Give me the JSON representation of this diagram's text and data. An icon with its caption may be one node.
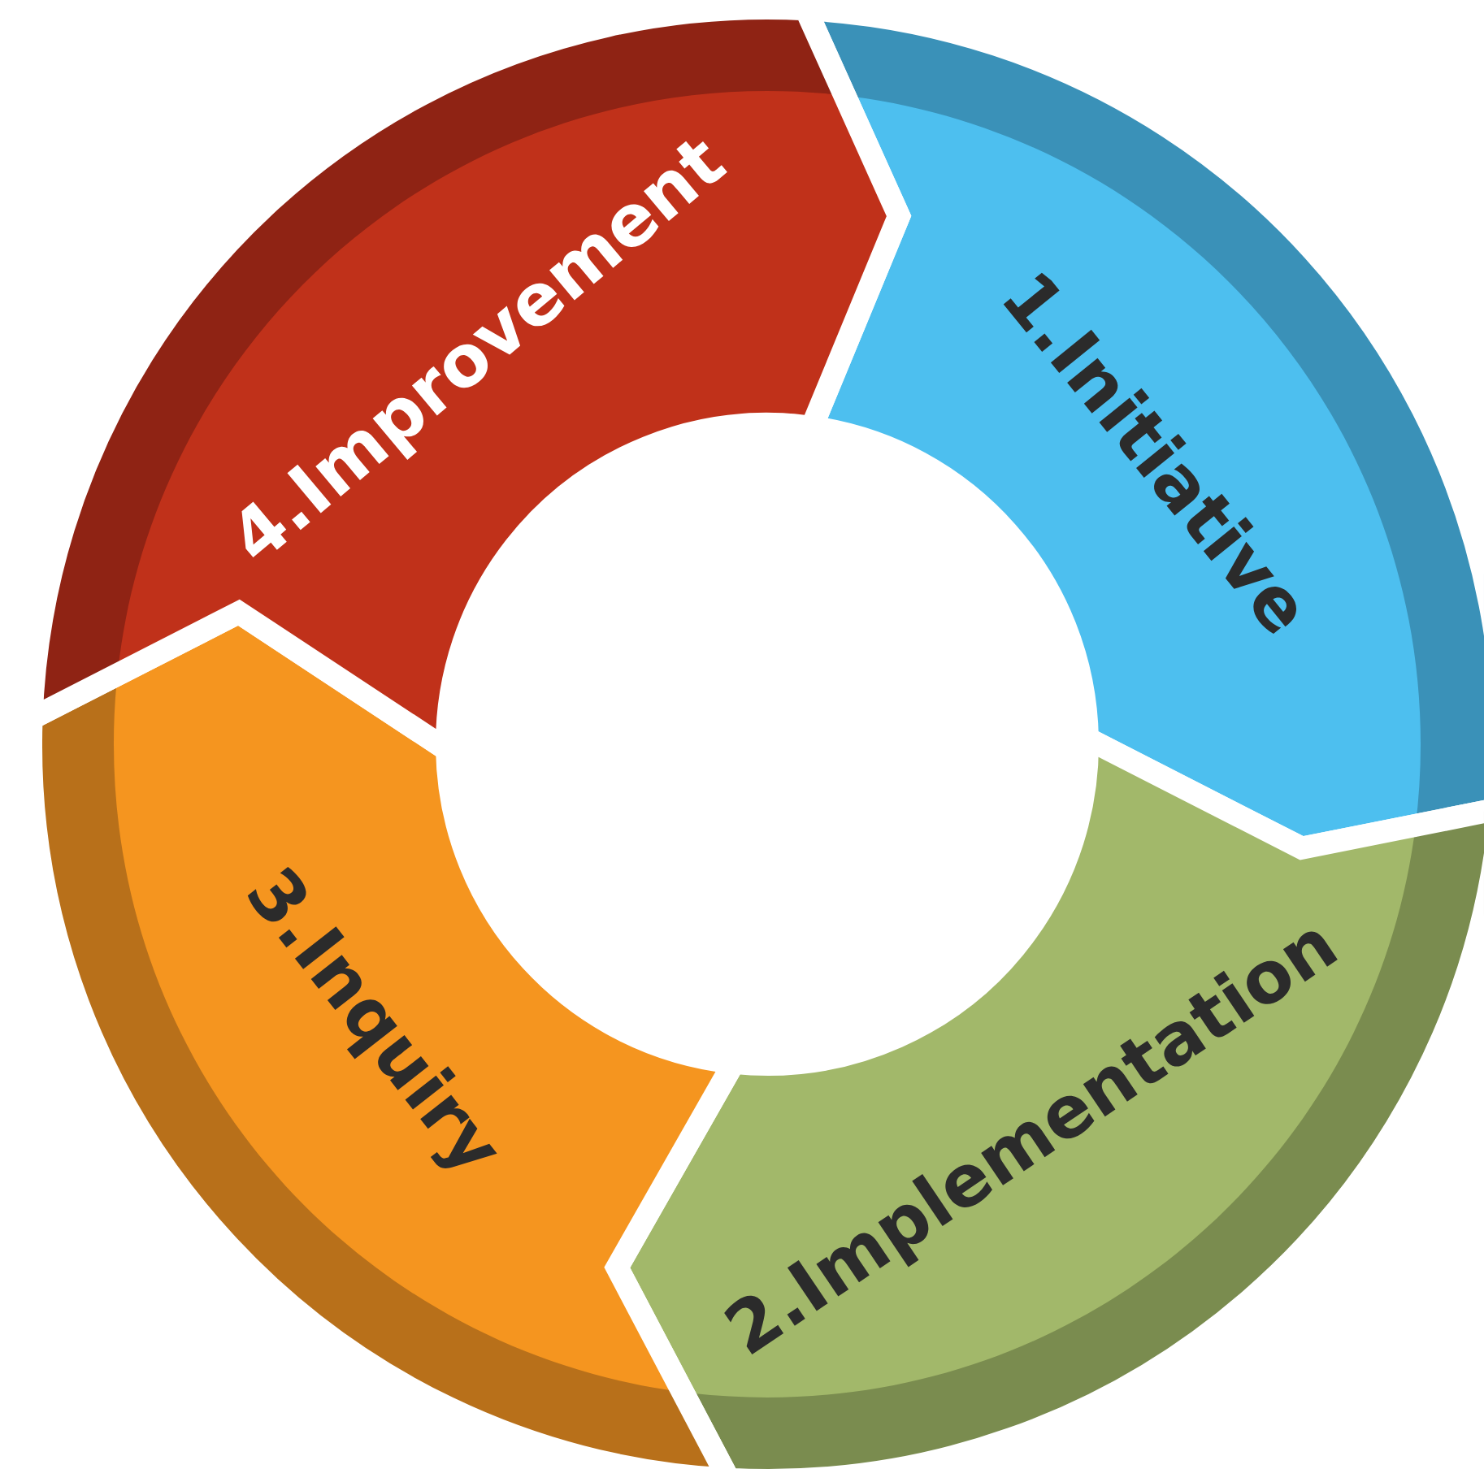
{
  "diagram": {
    "nodes": [
      {
        "text": [
          "1.Initiative"
        ]
      },
      {
        "text": [
          "2.Implementation"
        ]
      },
      {
        "text": [
          "3.Inquiry"
        ]
      },
      {
        "text": [
          "4.Improvement"
        ]
      }
    ]
  }
}
